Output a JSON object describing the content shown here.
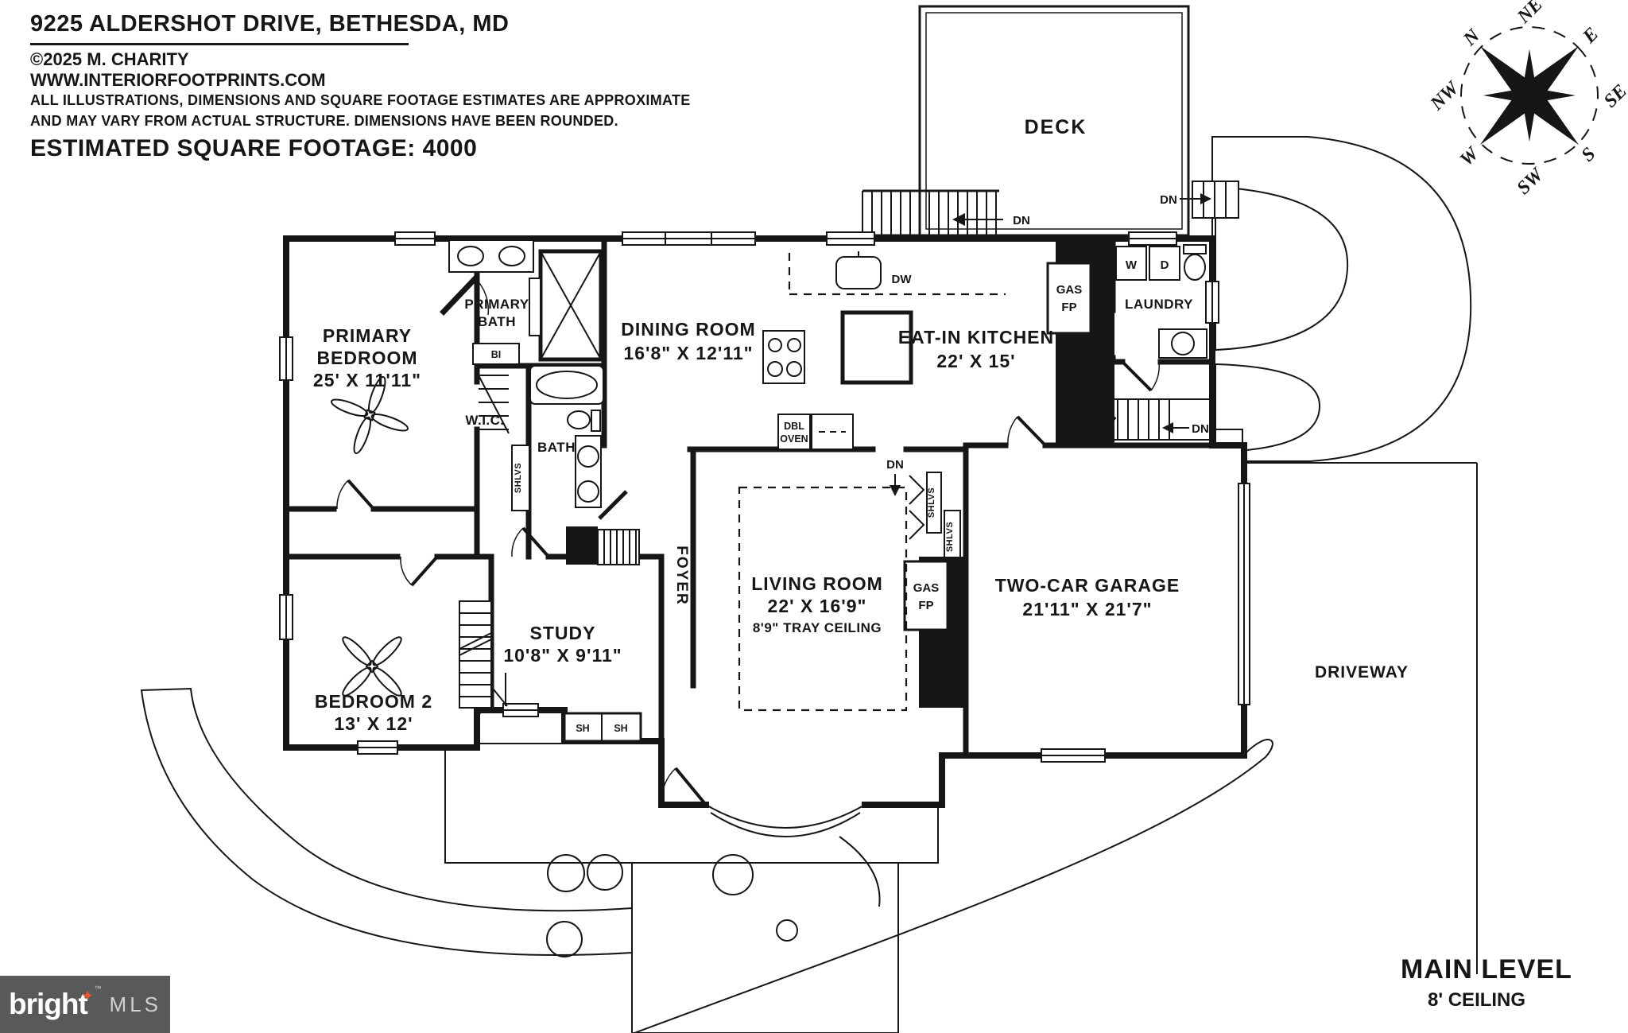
{
  "header": {
    "address": "9225 ALDERSHOT DRIVE, BETHESDA, MD",
    "copyright": "©2025 M. CHARITY",
    "website": "WWW.INTERIORFOOTPRINTS.COM",
    "disclaimer1": "ALL ILLUSTRATIONS, DIMENSIONS AND SQUARE FOOTAGE ESTIMATES ARE APPROXIMATE",
    "disclaimer2": "AND MAY VARY FROM ACTUAL STRUCTURE. DIMENSIONS HAVE BEEN ROUNDED.",
    "estimate": "ESTIMATED SQUARE FOOTAGE: 4000"
  },
  "compass": {
    "n": "N",
    "ne": "NE",
    "e": "E",
    "se": "SE",
    "s": "S",
    "sw": "SW",
    "w": "W",
    "nw": "NW"
  },
  "rooms": {
    "deck": "DECK",
    "dining_name": "DINING ROOM",
    "dining_dims": "16'8\" X 12'11\"",
    "kitchen_name": "EAT-IN KITCHEN",
    "kitchen_dims": "22' X 15'",
    "laundry": "LAUNDRY",
    "primary_line1": "PRIMARY",
    "primary_line2": "BEDROOM",
    "primary_dims": "25' X 11'11\"",
    "pbath_line1": "PRIMARY",
    "pbath_line2": "BATH",
    "wic": "W.I.C.",
    "bath": "BATH",
    "bedroom2_name": "BEDROOM 2",
    "bedroom2_dims": "13' X 12'",
    "study_name": "STUDY",
    "study_dims": "10'8\" X 9'11\"",
    "foyer": "FOYER",
    "living_name": "LIVING ROOM",
    "living_dims": "22' X 16'9\"",
    "living_note": "8'9\" TRAY CEILING",
    "garage_name": "TWO-CAR GARAGE",
    "garage_dims": "21'11\" X 21'7\"",
    "driveway": "DRIVEWAY"
  },
  "fixtures": {
    "dw": "DW",
    "dbl": "DBL",
    "oven": "OVEN",
    "washer": "W",
    "dryer": "D",
    "gas": "GAS",
    "fp": "FP",
    "bi": "BI",
    "shlvs": "SHLVS",
    "sh": "SH",
    "dn": "DN"
  },
  "footer": {
    "level": "MAIN LEVEL",
    "ceiling": "8' CEILING"
  },
  "logo": {
    "brand": "bright",
    "suffix": "MLS",
    "tm": "™"
  }
}
